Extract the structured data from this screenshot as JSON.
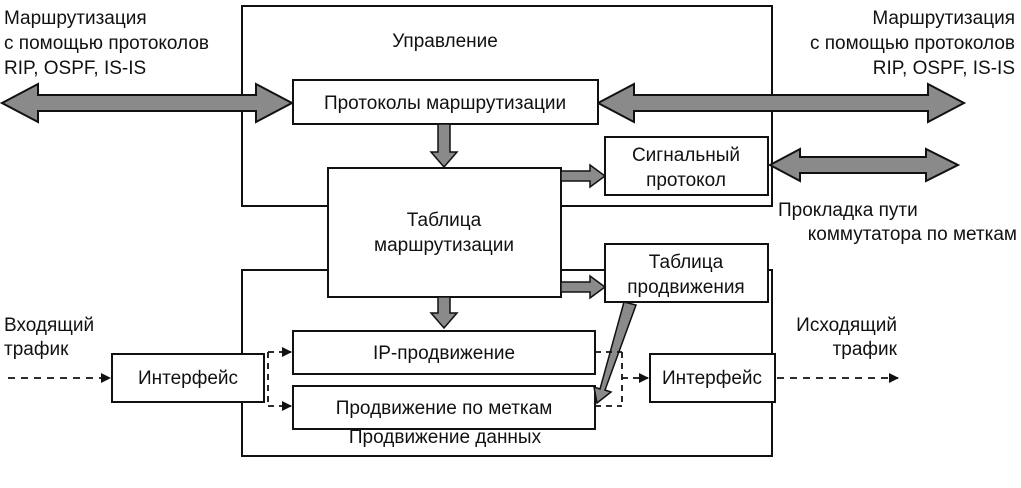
{
  "left_routing_label": [
    "Маршрутизация",
    "с помощью протоколов",
    "RIP, OSPF, IS-IS"
  ],
  "right_routing_label": [
    "Маршрутизация",
    "с помощью протоколов",
    "RIP, OSPF, IS-IS"
  ],
  "control_plane_label": "Управление",
  "data_plane_label": "Продвижение данных",
  "routing_protocols_box": "Протоколы маршрутизации",
  "routing_table_box": [
    "Таблица",
    "маршрутизации"
  ],
  "signaling_protocol_box": [
    "Сигнальный",
    "протокол"
  ],
  "forwarding_table_box": [
    "Таблица",
    "продвижения"
  ],
  "ip_forwarding_box": "IP-продвижение",
  "label_forwarding_box": "Продвижение по меткам",
  "interface_in_box": "Интерфейс",
  "interface_out_box": "Интерфейс",
  "lsp_setup_label": [
    "Прокладка пути",
    "коммутатора по меткам"
  ],
  "incoming_traffic_label": [
    "Входящий",
    "трафик"
  ],
  "outgoing_traffic_label": [
    "Исходящий",
    "трафик"
  ],
  "colors": {
    "arrow_fill": "#8a8a8a",
    "line": "#111111",
    "background": "#ffffff"
  }
}
